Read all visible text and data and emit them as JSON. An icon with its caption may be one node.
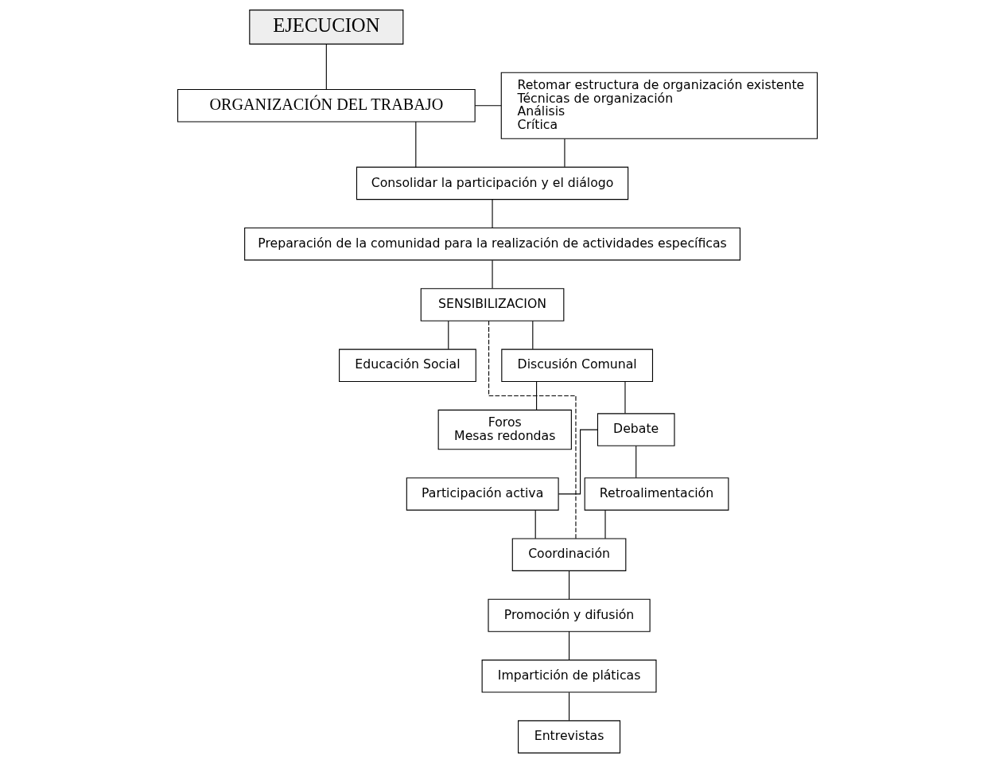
{
  "diagram": {
    "nodes": [
      {
        "text": [
          "EJECUCION"
        ]
      },
      {
        "text": [
          "ORGANIZACIÓN DEL TRABAJO"
        ]
      },
      {
        "text": [
          "Retomar estructura de organización existente",
          "Técnicas de organización",
          "Análisis",
          "Crítica"
        ]
      },
      {
        "text": [
          "Consolidar la participación y el diálogo"
        ]
      },
      {
        "text": [
          "Preparación de la comunidad para la realización de actividades específicas"
        ]
      },
      {
        "text": [
          "SENSIBILIZACION"
        ]
      },
      {
        "text": [
          "Educación Social"
        ]
      },
      {
        "text": [
          "Discusión Comunal"
        ]
      },
      {
        "text": [
          "Foros",
          "Mesas redondas"
        ]
      },
      {
        "text": [
          "Debate"
        ]
      },
      {
        "text": [
          "Participación activa"
        ]
      },
      {
        "text": [
          "Retroalimentación"
        ]
      },
      {
        "text": [
          "Coordinación"
        ]
      },
      {
        "text": [
          "Promoción y difusión"
        ]
      },
      {
        "text": [
          "Impartición de pláticas"
        ]
      },
      {
        "text": [
          "Entrevistas"
        ]
      }
    ],
    "edges": [
      {
        "from": 0,
        "to": 1,
        "arrow": "none"
      },
      {
        "from": 1,
        "to": 2,
        "arrow": "none"
      },
      {
        "from": 1,
        "to": 3,
        "arrow": "none"
      },
      {
        "from": 2,
        "to": 3,
        "arrow": "none"
      },
      {
        "from": 3,
        "to": 4,
        "arrow": "none"
      },
      {
        "from": 4,
        "to": 5,
        "arrow": "none"
      },
      {
        "from": 5,
        "to": 6,
        "arrow": "none"
      },
      {
        "from": 5,
        "to": 7,
        "arrow": "none"
      },
      {
        "from": 7,
        "to": 8,
        "arrow": "none"
      },
      {
        "from": 7,
        "to": 9,
        "arrow": "none"
      },
      {
        "from": 9,
        "to": 10,
        "arrow": "none"
      },
      {
        "from": 9,
        "to": 11,
        "arrow": "none"
      },
      {
        "from": 10,
        "to": 12,
        "arrow": "none"
      },
      {
        "from": 11,
        "to": 12,
        "arrow": "none"
      },
      {
        "from": 5,
        "to": 12,
        "arrow": "none",
        "style": "dashed"
      },
      {
        "from": 12,
        "to": 13,
        "arrow": "none"
      },
      {
        "from": 13,
        "to": 14,
        "arrow": "none"
      },
      {
        "from": 14,
        "to": 15,
        "arrow": "none"
      }
    ]
  }
}
